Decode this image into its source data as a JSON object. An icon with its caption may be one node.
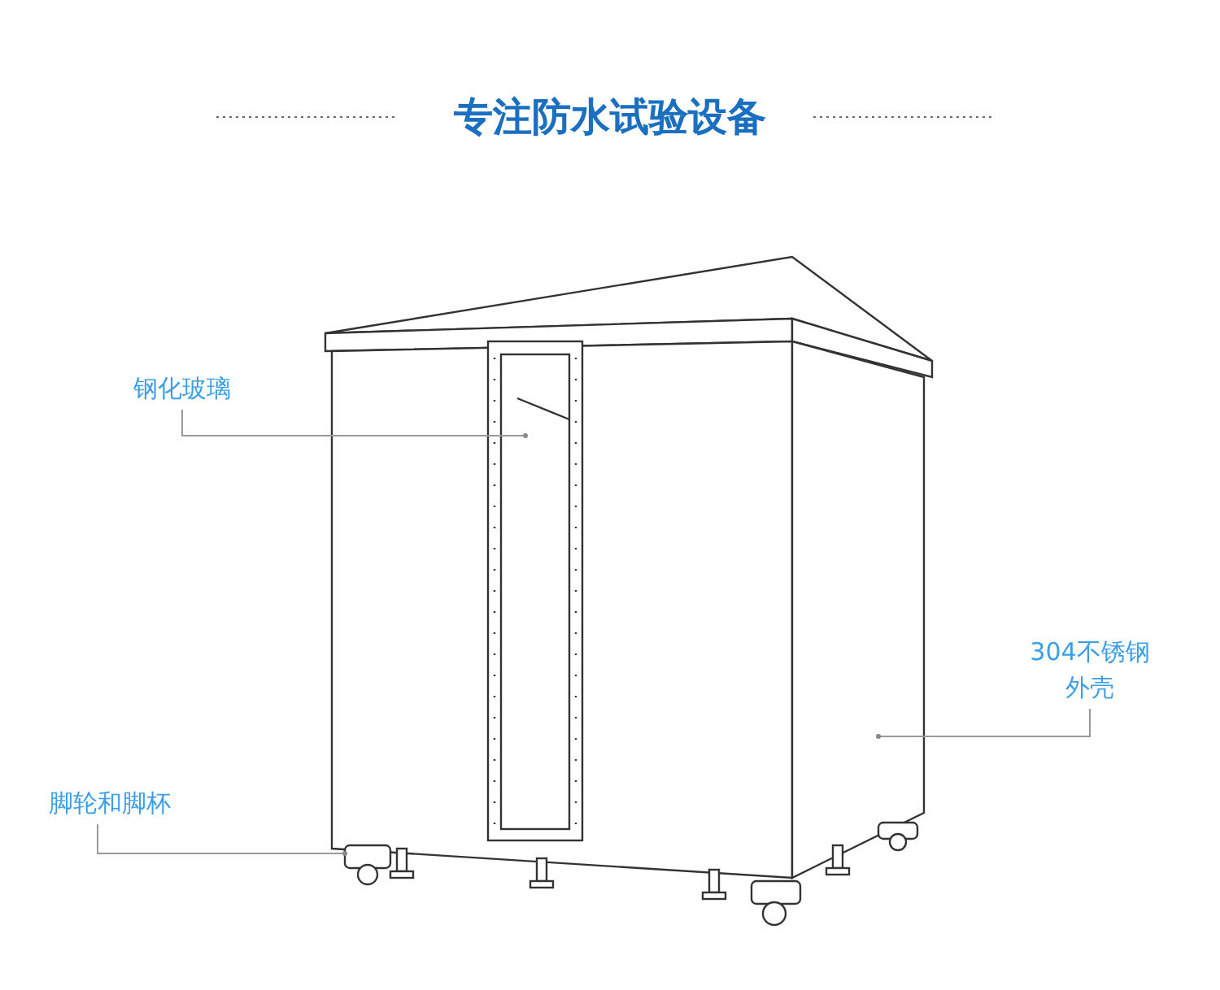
{
  "diagram": {
    "title": "专注防水试验设备",
    "nodes": [
      {
        "text": [
          "钢化玻璃"
        ]
      },
      {
        "text": [
          "304不锈钢外壳"
        ]
      },
      {
        "text": [
          "脚轮和脚杯"
        ]
      }
    ],
    "edges": [
      {
        "from": 0,
        "to": null,
        "arrow": "other"
      },
      {
        "from": 1,
        "to": null,
        "arrow": "other"
      },
      {
        "from": 2,
        "to": null,
        "arrow": "other"
      }
    ]
  }
}
